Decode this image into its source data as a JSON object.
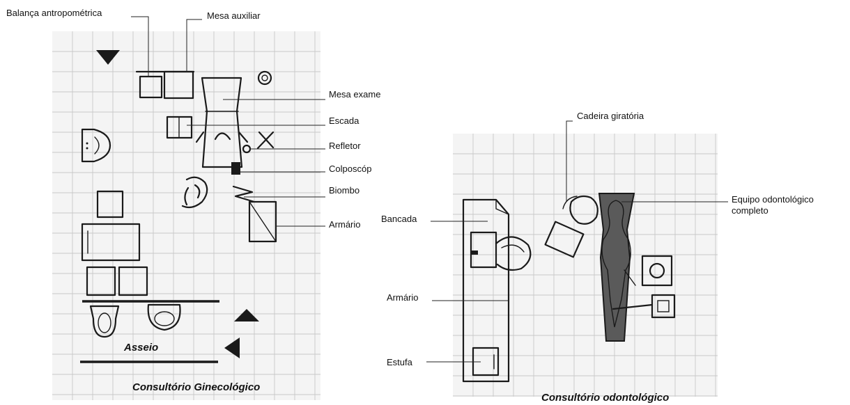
{
  "gyn": {
    "caption": "Consultório Ginecológico",
    "asseio": "Asseio",
    "labels": {
      "balanca": "Balança antropométrica",
      "mesa_aux": "Mesa auxiliar",
      "mesa_exame": "Mesa exame",
      "escada": "Escada",
      "refletor": "Refletor",
      "colposcopio": "Colposcóp",
      "biombo": "Biombo",
      "armario": "Armário"
    }
  },
  "odonto": {
    "caption": "Consultório odontológico",
    "labels": {
      "cadeira": "Cadeira giratória",
      "equipo_1": "Equipo odontológico",
      "equipo_2": "completo",
      "bancada": "Bancada",
      "armario": "Armário",
      "estufa": "Estufa"
    }
  }
}
